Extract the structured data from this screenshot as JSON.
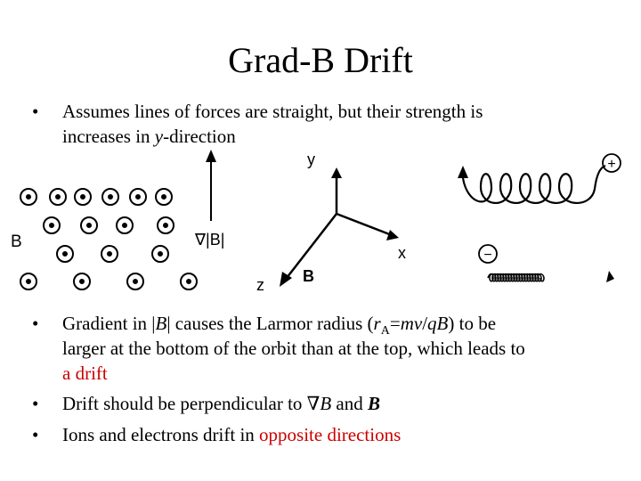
{
  "slide": {
    "title": "Grad-B Drift",
    "bullet_symbol": "•",
    "bullet1": {
      "line1": "Assumes lines of forces are straight, but their strength is",
      "line2_pre": "increases in ",
      "line2_italic": "y",
      "line2_post": "-direction"
    },
    "figure": {
      "label_B_left": "B",
      "label_gradB": "∇|B|",
      "axis_y": "y",
      "axis_x": "x",
      "axis_z": "z",
      "axis_B": "B",
      "ion_sign": "+",
      "electron_sign": "−"
    },
    "bullet2": {
      "p1": "Gradient in |",
      "B1": "B",
      "p2": "| causes the Larmor radius (",
      "r": "r",
      "sub": "A",
      "p3": "=",
      "mv": "mv",
      "p4": "/",
      "qB": "qB",
      "p5": ") to be",
      "line2": "larger at the bottom of the orbit than at the top, which leads to",
      "line3": "a drift"
    },
    "bullet3": {
      "pre": "Drift should be perpendicular to ",
      "nabla": "∇",
      "B1": "B",
      "and": " and ",
      "B2": "B"
    },
    "bullet4": {
      "pre": "Ions and electrons drift in ",
      "red": "opposite directions"
    }
  },
  "colors": {
    "text": "#000000",
    "highlight": "#cc0000"
  }
}
